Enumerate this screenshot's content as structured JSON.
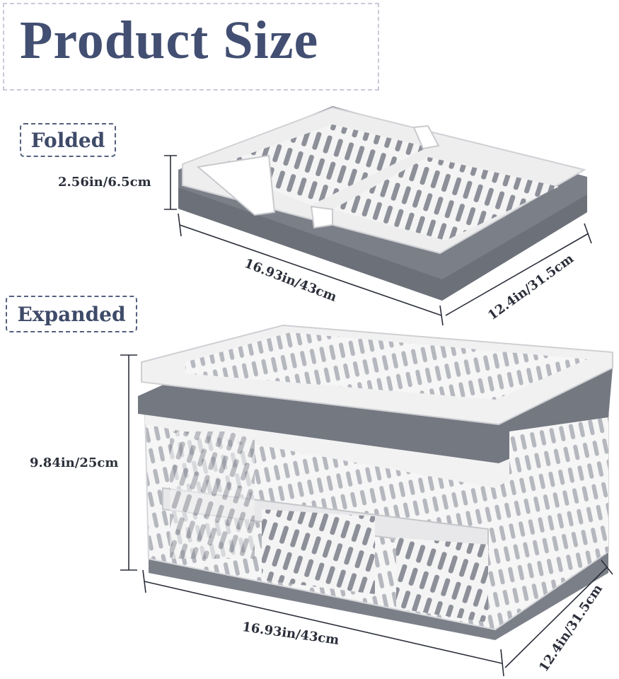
{
  "title": "Product Size",
  "folded": {
    "label": "Folded",
    "height": "2.56in/6.5cm",
    "length": "16.93in/43cm",
    "width": "12.4in/31.5cm"
  },
  "expanded": {
    "label": "Expanded",
    "height": "9.84in/25cm",
    "length": "16.93in/43cm",
    "width": "12.4in/31.5cm"
  },
  "colors": {
    "title": "#424f72",
    "basket_gray": "#7b7f88",
    "basket_white": "#f4f4f4"
  }
}
